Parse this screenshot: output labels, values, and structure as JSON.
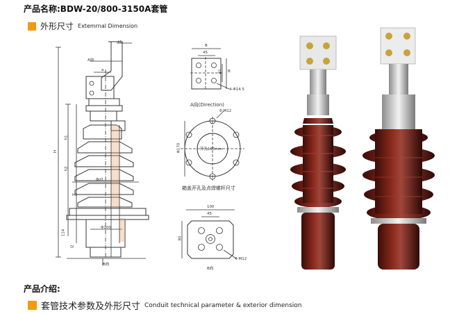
{
  "page": {
    "title": "产品名称:BDW-20/800-3150A套管",
    "intro_heading": "产品介绍:"
  },
  "section_dimension": {
    "title_cn": "外形尺寸",
    "title_en": "Extemrnal Dimension"
  },
  "section_params": {
    "title_cn": "套管技术参数及外形尺寸",
    "title_en": "Conduit technical parameter & exterior dimension"
  },
  "drawing_main": {
    "labels": {
      "t1": "t1",
      "a_view": "A向",
      "a": "a",
      "h": "H",
      "h1": "h1",
      "h2": "h2",
      "h3": "h3",
      "d1": "Φd1",
      "d100": "Φ100",
      "d114": "114",
      "l2": "l2",
      "b_view": "B向"
    }
  },
  "drawing_a": {
    "dim_b": "B",
    "dim_45_top": "45",
    "dim_45_side": "45",
    "dim_b_side": "B",
    "holes": "4-Φ14.5",
    "caption": "A向(Direction)"
  },
  "drawing_flange": {
    "bolts": "6-M12",
    "bore": "开孔105mm",
    "diameter": "Φ170",
    "caption": "箱盖开孔及点焊螺杆尺寸"
  },
  "drawing_b": {
    "dim_100": "100",
    "dim_45": "45",
    "dim_80": "80",
    "bolts": "4-M12",
    "caption": "B向"
  },
  "colors": {
    "accent": "#f39a10",
    "porcelain": "#6b1a12",
    "metal": "#c8c8c8",
    "brass": "#c9a23a"
  }
}
